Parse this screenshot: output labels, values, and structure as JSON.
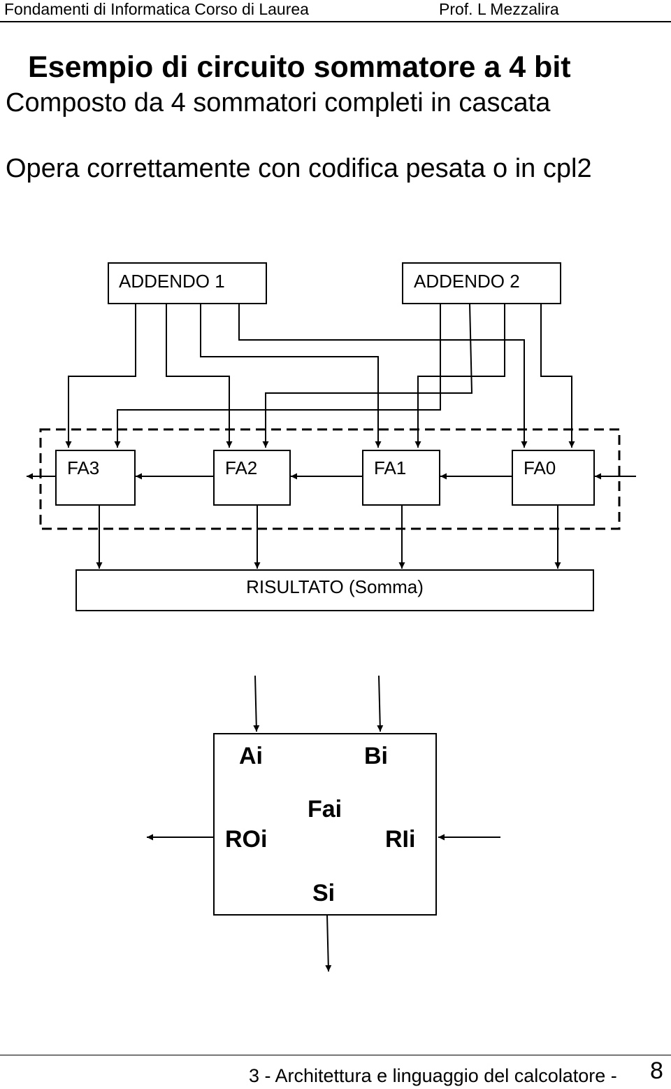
{
  "header": {
    "course": "Fondamenti di Informatica  Corso di Laurea",
    "professor": "Prof.  L Mezzalira"
  },
  "slide": {
    "title": "Esempio di circuito sommatore a 4 bit",
    "subtitle": "Composto da 4 sommatori completi in cascata",
    "note": "Opera correttamente con codifica pesata o in cpl2"
  },
  "adder_diagram": {
    "addend1": "ADDENDO 1",
    "addend2": "ADDENDO 2",
    "full_adders": [
      "FA3",
      "FA2",
      "FA1",
      "FA0"
    ],
    "result": "RISULTATO (Somma)"
  },
  "full_adder_detail": {
    "input_a": "Ai",
    "input_b": "Bi",
    "name": "Fai",
    "carry_out": "ROi",
    "carry_in": "RIi",
    "sum": "Si"
  },
  "footer": {
    "chapter": "3 - Architettura e linguaggio del calcolatore  -",
    "page": "8"
  }
}
